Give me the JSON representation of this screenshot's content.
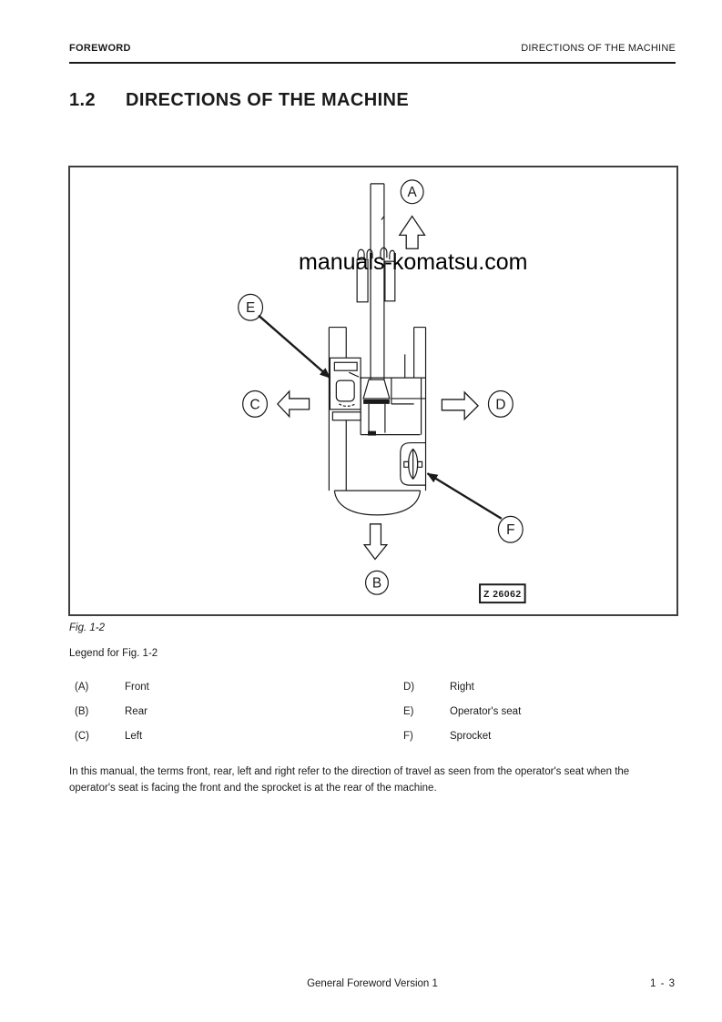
{
  "page": {
    "header_left": "FOREWORD",
    "header_right": "DIRECTIONS OF THE MACHINE",
    "title_number": "1.2",
    "title_text": "DIRECTIONS OF THE MACHINE",
    "figure_caption": "Fig. 1-2",
    "legend_heading": "Legend for Fig. 1-2",
    "body_paragraph": "In this manual, the terms front, rear, left and right refer to the direction of travel as seen from the operator's seat when the operator's seat is facing the front and the sprocket is at the rear of the machine.",
    "footer_center": "General Foreword Version 1",
    "footer_page": "1 - 3"
  },
  "figure": {
    "watermark": "manuals-komatsu.com",
    "drawing_number": "Z 26062",
    "callouts": [
      {
        "letter": "A",
        "meaning": "Front"
      },
      {
        "letter": "B",
        "meaning": "Rear"
      },
      {
        "letter": "C",
        "meaning": "Left"
      },
      {
        "letter": "D",
        "meaning": "Right"
      },
      {
        "letter": "E",
        "meaning": "Operator's seat"
      },
      {
        "letter": "F",
        "meaning": "Sprocket"
      }
    ]
  },
  "legend": {
    "left_column": [
      {
        "key": "(A)",
        "label": "Front"
      },
      {
        "key": "(B)",
        "label": "Rear"
      },
      {
        "key": "(C)",
        "label": "Left"
      }
    ],
    "right_column": [
      {
        "key": "D)",
        "label": "Right"
      },
      {
        "key": "E)",
        "label": "Operator's seat"
      },
      {
        "key": "F)",
        "label": "Sprocket"
      }
    ]
  },
  "colors": {
    "ink": "#1a1a1a",
    "figure_border": "#3f3f3f",
    "background": "#ffffff"
  }
}
